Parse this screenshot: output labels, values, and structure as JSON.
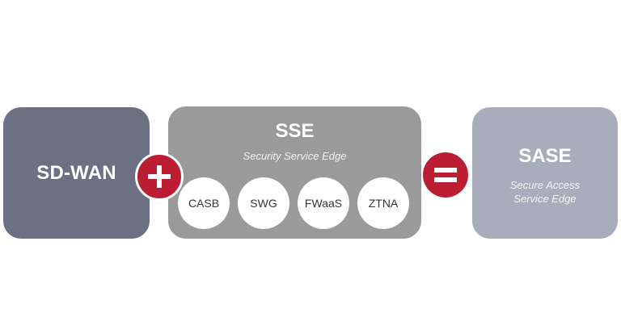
{
  "diagram": {
    "sdwan": {
      "title": "SD-WAN"
    },
    "sse": {
      "title": "SSE",
      "subtitle": "Security Service Edge",
      "components": [
        "CASB",
        "SWG",
        "FWaaS",
        "ZTNA"
      ]
    },
    "sase": {
      "title": "SASE",
      "subtitle_line1": "Secure Access",
      "subtitle_line2": "Service Edge"
    },
    "operators": {
      "plus": "plus-icon",
      "equals": "equals-icon"
    },
    "colors": {
      "sdwan": "#6b7182",
      "sse": "#9a9a9a",
      "sase": "#a7adbb",
      "operator": "#bb1e33"
    }
  }
}
